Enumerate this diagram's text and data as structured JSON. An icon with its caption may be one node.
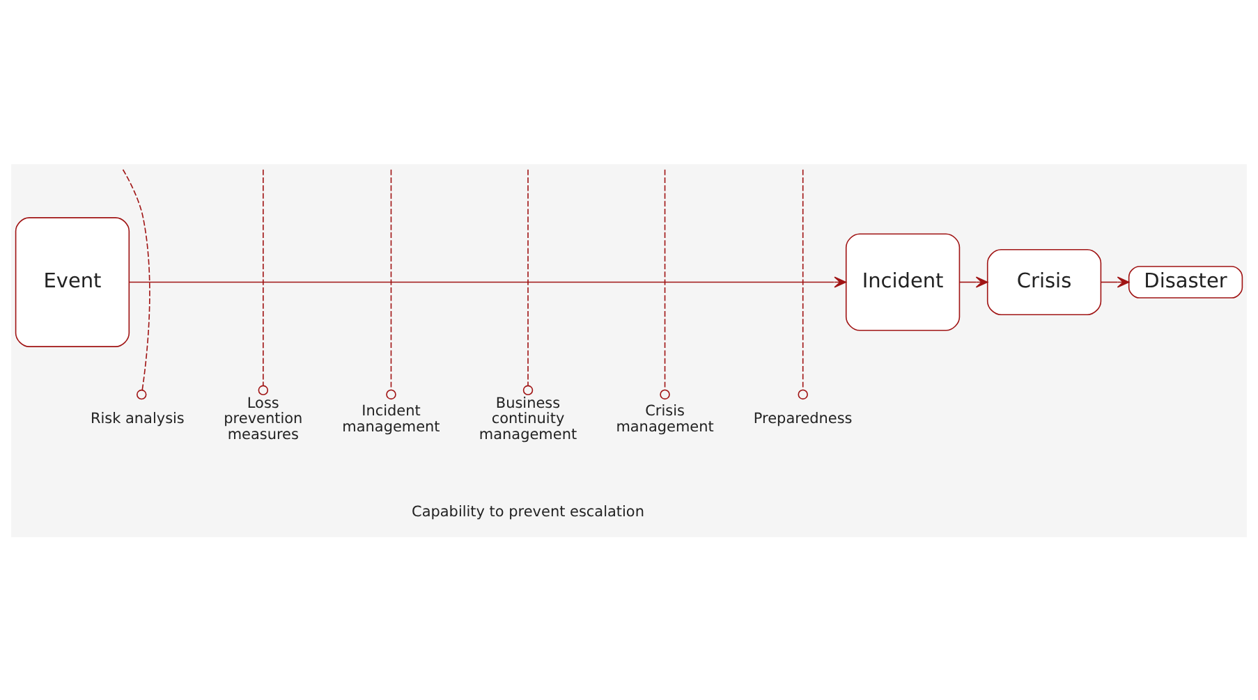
{
  "diagram": {
    "nodes": [
      {
        "text": [
          "Event"
        ]
      },
      {
        "text": [
          "Incident"
        ]
      },
      {
        "text": [
          "Crisis"
        ]
      },
      {
        "text": [
          "Disaster"
        ]
      },
      {
        "text": [
          "Risk analysis"
        ]
      },
      {
        "text": [
          "Loss prevention measures"
        ]
      },
      {
        "text": [
          "Incident management"
        ]
      },
      {
        "text": [
          "Business continuity management"
        ]
      },
      {
        "text": [
          "Crisis management"
        ]
      },
      {
        "text": [
          "Preparedness"
        ]
      }
    ],
    "edges": [
      {
        "from": 0,
        "to": 1,
        "arrow": "to"
      },
      {
        "from": 1,
        "to": 2,
        "arrow": "to"
      },
      {
        "from": 2,
        "to": 3,
        "arrow": "to"
      },
      {
        "from": null,
        "to": 4,
        "arrow": "other",
        "style": "dashed"
      },
      {
        "from": null,
        "to": 5,
        "arrow": "other",
        "style": "dashed"
      },
      {
        "from": null,
        "to": 6,
        "arrow": "other",
        "style": "dashed"
      },
      {
        "from": null,
        "to": 7,
        "arrow": "other",
        "style": "dashed"
      },
      {
        "from": null,
        "to": 8,
        "arrow": "other",
        "style": "dashed"
      },
      {
        "from": null,
        "to": 9,
        "arrow": "other",
        "style": "dashed"
      }
    ],
    "labels": [
      "Capability to prevent escalation"
    ]
  }
}
